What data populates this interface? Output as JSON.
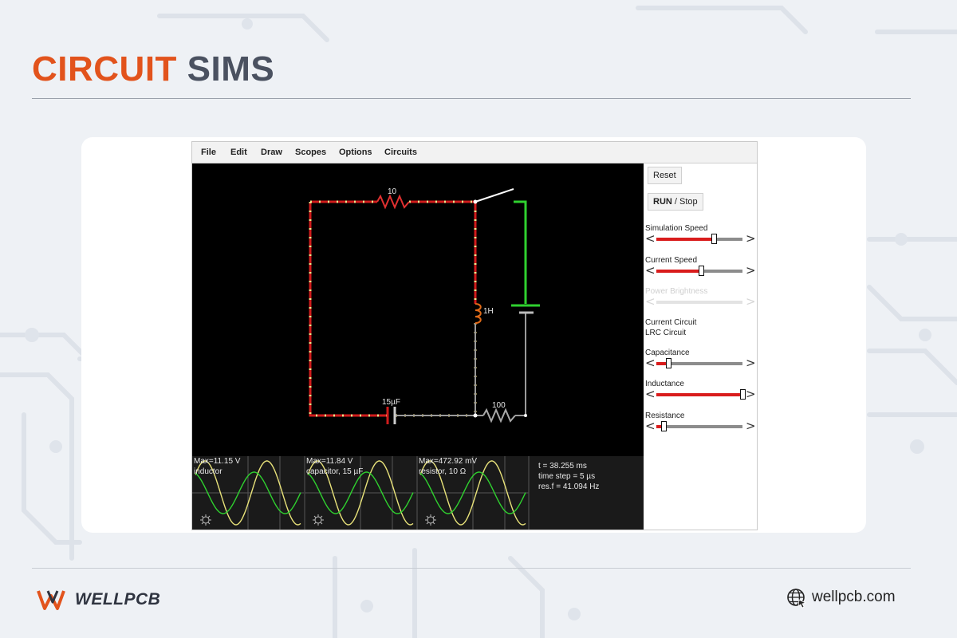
{
  "header": {
    "title_word1": "CIRCUIT",
    "title_word2": "SIMS"
  },
  "menu": [
    "File",
    "Edit",
    "Draw",
    "Scopes",
    "Options",
    "Circuits"
  ],
  "buttons": {
    "reset": "Reset",
    "run_bold": "RUN",
    "run_rest": " / Stop"
  },
  "sliders": [
    {
      "label": "Simulation Speed",
      "value": 0.67,
      "enabled": true
    },
    {
      "label": "Current Speed",
      "value": 0.52,
      "enabled": true
    },
    {
      "label": "Power Brightness",
      "value": 0.0,
      "enabled": false
    },
    {
      "label": "Capacitance",
      "value": 0.14,
      "enabled": true
    },
    {
      "label": "Inductance",
      "value": 1.0,
      "enabled": true
    },
    {
      "label": "Resistance",
      "value": 0.08,
      "enabled": true
    }
  ],
  "current_circuit": {
    "heading": "Current Circuit",
    "name": "LRC Circuit"
  },
  "circuit_labels": {
    "resistor_top": "10",
    "inductor": "1H",
    "capacitor": "15µF",
    "resistor_bottom": "100"
  },
  "scopes": [
    {
      "max": "Max=11.15 V",
      "name": "inductor"
    },
    {
      "max": "Max=11.84 V",
      "name": "capacitor, 15 µF"
    },
    {
      "max": "Max=472.92 mV",
      "name": "resistor, 10 Ω"
    }
  ],
  "stats": {
    "time": "t = 38.255 ms",
    "timestep": "time step = 5 µs",
    "resf": "res.f = 41.094 Hz"
  },
  "footer": {
    "brand": "WELLPCB",
    "site": "wellpcb.com"
  },
  "colors": {
    "accent": "#e2531c",
    "dark": "#4a5160",
    "wire_red": "#d11b1b",
    "wire_green": "#2fd12f"
  }
}
